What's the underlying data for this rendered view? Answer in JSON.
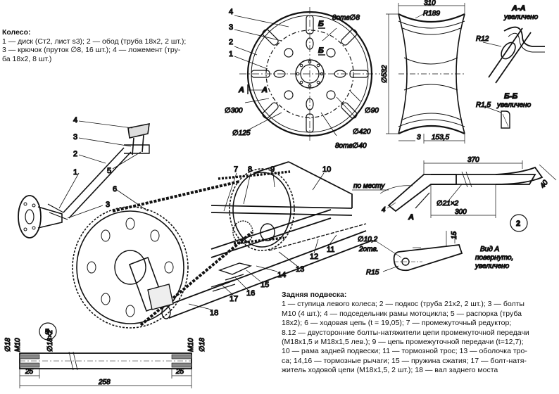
{
  "wheel_caption": {
    "title": "Колесо:",
    "lines": [
      "1 — диск (Ст2, лист s3); 2 — обод (труба 18x2, 2 шт.);",
      "3 — крючок (пруток ∅8, 16 шт.); 4 — ложемент (тру-",
      "ба 18x2, 8 шт.)"
    ]
  },
  "suspension_caption": {
    "title": "Задняя подвеска:",
    "lines": [
      "1 — ступица левого колеса; 2 — подкос (труба 21x2, 2 шт.); 3 — болты",
      "М10 (4 шт.); 4 — подседельник рамы мотоцикла; 5 — распорка (труба",
      "18x2); 6 — ходовая цепь (t = 19,05); 7 — промежуточный редуктор;",
      "8.12 — двусторонние болты-натяжители цепи промежуточной передачи",
      "(М18x1,5 и М18x1,5 лев.); 9 — цепь промежуточной передачи (t=12,7);",
      "10 — рама задней подвески; 11 — тормозной трос; 13 — оболочка тро-",
      "са; 14,16 — тормозные рычаги; 15 — пружина сжатия; 17 — болт-натя-",
      "житель ходовой цепи (М18x1,5, 2 шт.); 18 — вал заднего моста"
    ]
  },
  "wheel_view": {
    "callouts": [
      "4",
      "3",
      "2",
      "1"
    ],
    "section_marks": [
      "A",
      "A",
      "Б",
      "Б"
    ],
    "dims": {
      "holes_top": "8отв∅8",
      "holes_bottom": "8отв∅40",
      "d300": "∅300",
      "d125": "∅125",
      "d420": "∅420",
      "d90": "∅90"
    }
  },
  "side_view": {
    "w310": "310",
    "r189": "R189",
    "d532": "∅532",
    "w3": "3",
    "w153": "153,5"
  },
  "section_aa": {
    "title": "А-А",
    "subtitle": "увеличено",
    "r12": "R12"
  },
  "section_bb": {
    "title": "Б-Б",
    "subtitle": "увеличено",
    "r15": "R1,5"
  },
  "part2": {
    "number": "2",
    "l370": "370",
    "l300": "300",
    "d21": "∅21×2",
    "l40": "40",
    "l4": "4",
    "place": "по месту",
    "mark": "A",
    "hole": "∅10,2",
    "holes": "2отв.",
    "l15": "15",
    "r15": "R15",
    "view_title": "Вид А",
    "view_sub1": "повернуто,",
    "view_sub2": "увеличено"
  },
  "part5": {
    "number": "5",
    "d18": "∅18",
    "m10": "M10",
    "d18x2": "∅18×2",
    "l25": "25",
    "l258": "258"
  },
  "assembly": {
    "callouts": [
      "4",
      "3",
      "2",
      "1",
      "5",
      "6",
      "3",
      "7",
      "8",
      "9",
      "10",
      "11",
      "12",
      "13",
      "14",
      "15",
      "16",
      "17",
      "18"
    ]
  }
}
